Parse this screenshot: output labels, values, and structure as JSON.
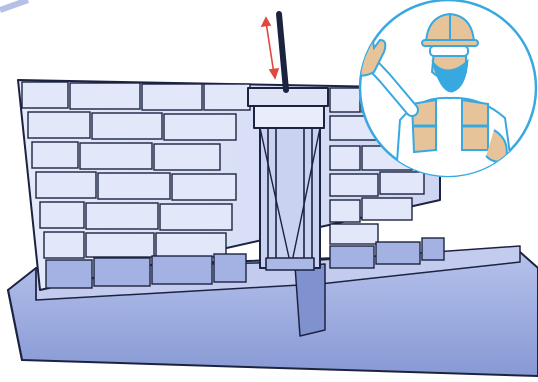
{
  "illustration": {
    "subject": "brick-wall-with-vertical-gate",
    "colors": {
      "brick_fill": "#dfe4f7",
      "mortar_shadow": "#8fa0d6",
      "base_fill": "#aab8e6",
      "base_dark": "#7f92cf",
      "outline": "#1c2340",
      "arrow": "#e0493f",
      "worker_circle": "#38a9e0",
      "vest": "#e7c39a",
      "helmet": "#e7c39a"
    },
    "icons": [
      "brick-wall",
      "sluice-gate",
      "lift-rod",
      "up-down-arrow",
      "construction-worker"
    ]
  }
}
